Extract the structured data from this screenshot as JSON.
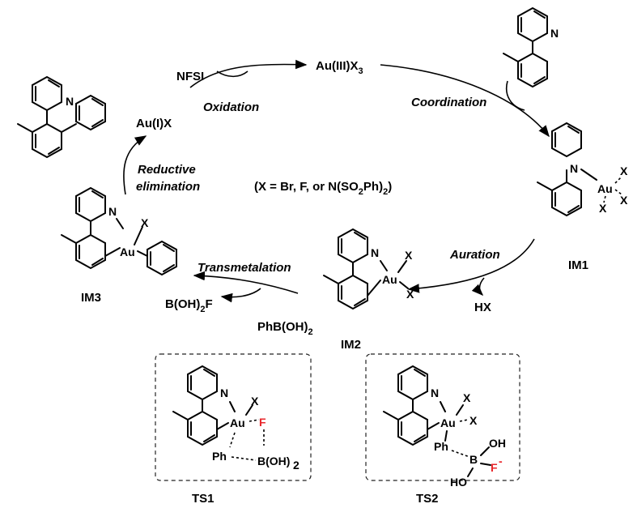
{
  "labels": {
    "au3x3": "Au(III)X",
    "au3x3_sub": "3",
    "nfsi": "NFSI",
    "oxidation": "Oxidation",
    "au1x": "Au(I)X",
    "coordination": "Coordination",
    "reductive_1": "Reductive",
    "reductive_2": "elimination",
    "x_def_1": "(X = Br,  F, or  N(SO",
    "x_def_sub1": "2",
    "x_def_2": "Ph)",
    "x_def_sub2": "2",
    "x_def_3": ")",
    "auration": "Auration",
    "hx": "HX",
    "transmetalation": "Transmetalation",
    "boh2f_1": "B(OH)",
    "boh2f_sub": "2",
    "boh2f_2": "F",
    "phboh2_1": "PhB(OH)",
    "phboh2_sub": "2",
    "im1": "IM1",
    "im2": "IM2",
    "im3": "IM3",
    "ts1": "TS1",
    "ts2": "TS2"
  },
  "atoms": {
    "n": "N",
    "au": "Au",
    "x": "X",
    "f": "F",
    "ph": "Ph",
    "b": "B",
    "oh": "OH",
    "ho": "HO",
    "boh2_1": "B(OH)",
    "boh2_sub": "2",
    "f_minus": "F",
    "minus": "-"
  },
  "colors": {
    "fluorine": "#e8262b",
    "ink": "#000000"
  }
}
